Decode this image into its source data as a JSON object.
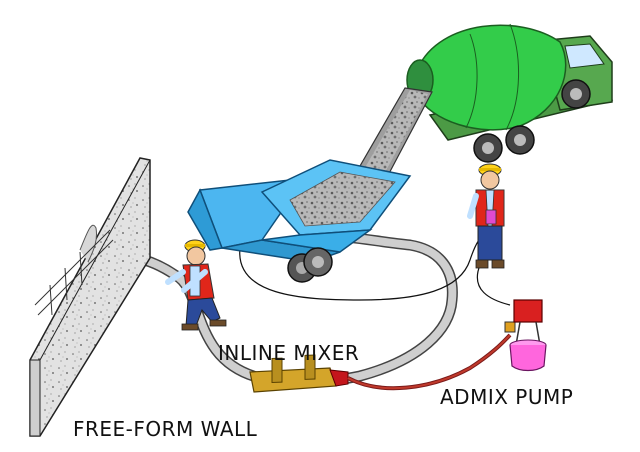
{
  "labels": {
    "inline_mixer": "INLINE MIXER",
    "admix_pump": "ADMIX PUMP",
    "free_form_wall": "FREE-FORM WALL"
  },
  "colors": {
    "truck_body": "#4c9a45",
    "drum": "#33cc4a",
    "hopper": "#33aaee",
    "hose": "#bdbdbd",
    "mixer_tube": "#d4a52a",
    "admix_line": "#a32b2b",
    "pump": "#d92020",
    "bucket": "#ff66dd",
    "wall": "#dddddd",
    "hardhat": "#ffd21a",
    "vest": "#e0261a"
  },
  "icons": [
    "mixer-truck-icon",
    "hopper-pump-icon",
    "worker-icon",
    "admix-pump-icon",
    "wall-icon",
    "inline-mixer-icon"
  ]
}
